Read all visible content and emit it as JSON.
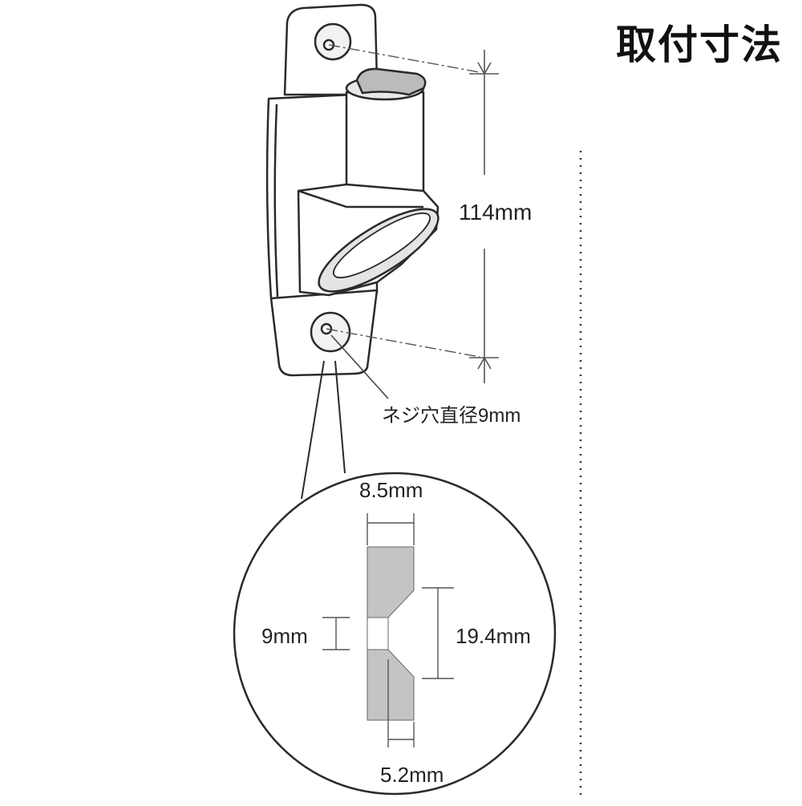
{
  "title": "取付寸法",
  "dimensions": {
    "height": "114mm",
    "screw_hole": "ネジ穴直径9mm",
    "width_outer": "8.5mm",
    "hole": "9mm",
    "counterbore": "19.4mm",
    "width_inner": "5.2mm"
  },
  "colors": {
    "line": "#2a2a2a",
    "section_fill": "#c4c4c4",
    "pipe_fill": "#e4e4e4",
    "body_fill": "#ffffff"
  }
}
